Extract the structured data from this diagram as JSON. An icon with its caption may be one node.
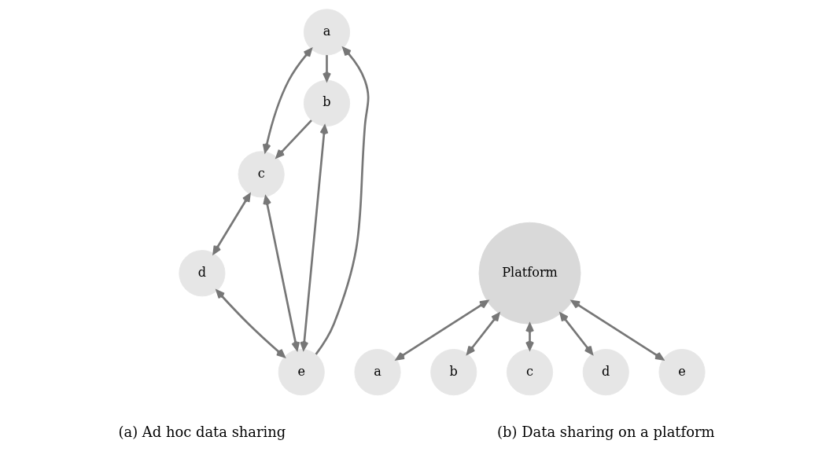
{
  "diagram": {
    "nodes": [
      {
        "text": [
          "a"
        ]
      },
      {
        "text": [
          "b"
        ]
      },
      {
        "text": [
          "c"
        ]
      },
      {
        "text": [
          "d"
        ]
      },
      {
        "text": [
          "e"
        ]
      },
      {
        "text": [
          "Platform"
        ]
      },
      {
        "text": [
          "a"
        ]
      },
      {
        "text": [
          "b"
        ]
      },
      {
        "text": [
          "c"
        ]
      },
      {
        "text": [
          "d"
        ]
      },
      {
        "text": [
          "e"
        ]
      }
    ],
    "edges": [
      {
        "from": 0,
        "to": 1,
        "arrow": "to"
      },
      {
        "from": 1,
        "to": 2,
        "arrow": "to"
      },
      {
        "from": 4,
        "to": 0,
        "arrow": "to"
      },
      {
        "from": 1,
        "to": 4,
        "arrow": "both"
      },
      {
        "from": 0,
        "to": 2,
        "arrow": "both"
      },
      {
        "from": 2,
        "to": 4,
        "arrow": "both"
      },
      {
        "from": 2,
        "to": 3,
        "arrow": "both"
      },
      {
        "from": 3,
        "to": 4,
        "arrow": "both"
      },
      {
        "from": 5,
        "to": 6,
        "arrow": "both"
      },
      {
        "from": 5,
        "to": 7,
        "arrow": "both"
      },
      {
        "from": 5,
        "to": 8,
        "arrow": "both"
      },
      {
        "from": 5,
        "to": 9,
        "arrow": "both"
      },
      {
        "from": 5,
        "to": 10,
        "arrow": "both"
      }
    ],
    "labels": [
      "(a) Ad hoc data sharing",
      "(b) Data sharing on a platform"
    ]
  }
}
